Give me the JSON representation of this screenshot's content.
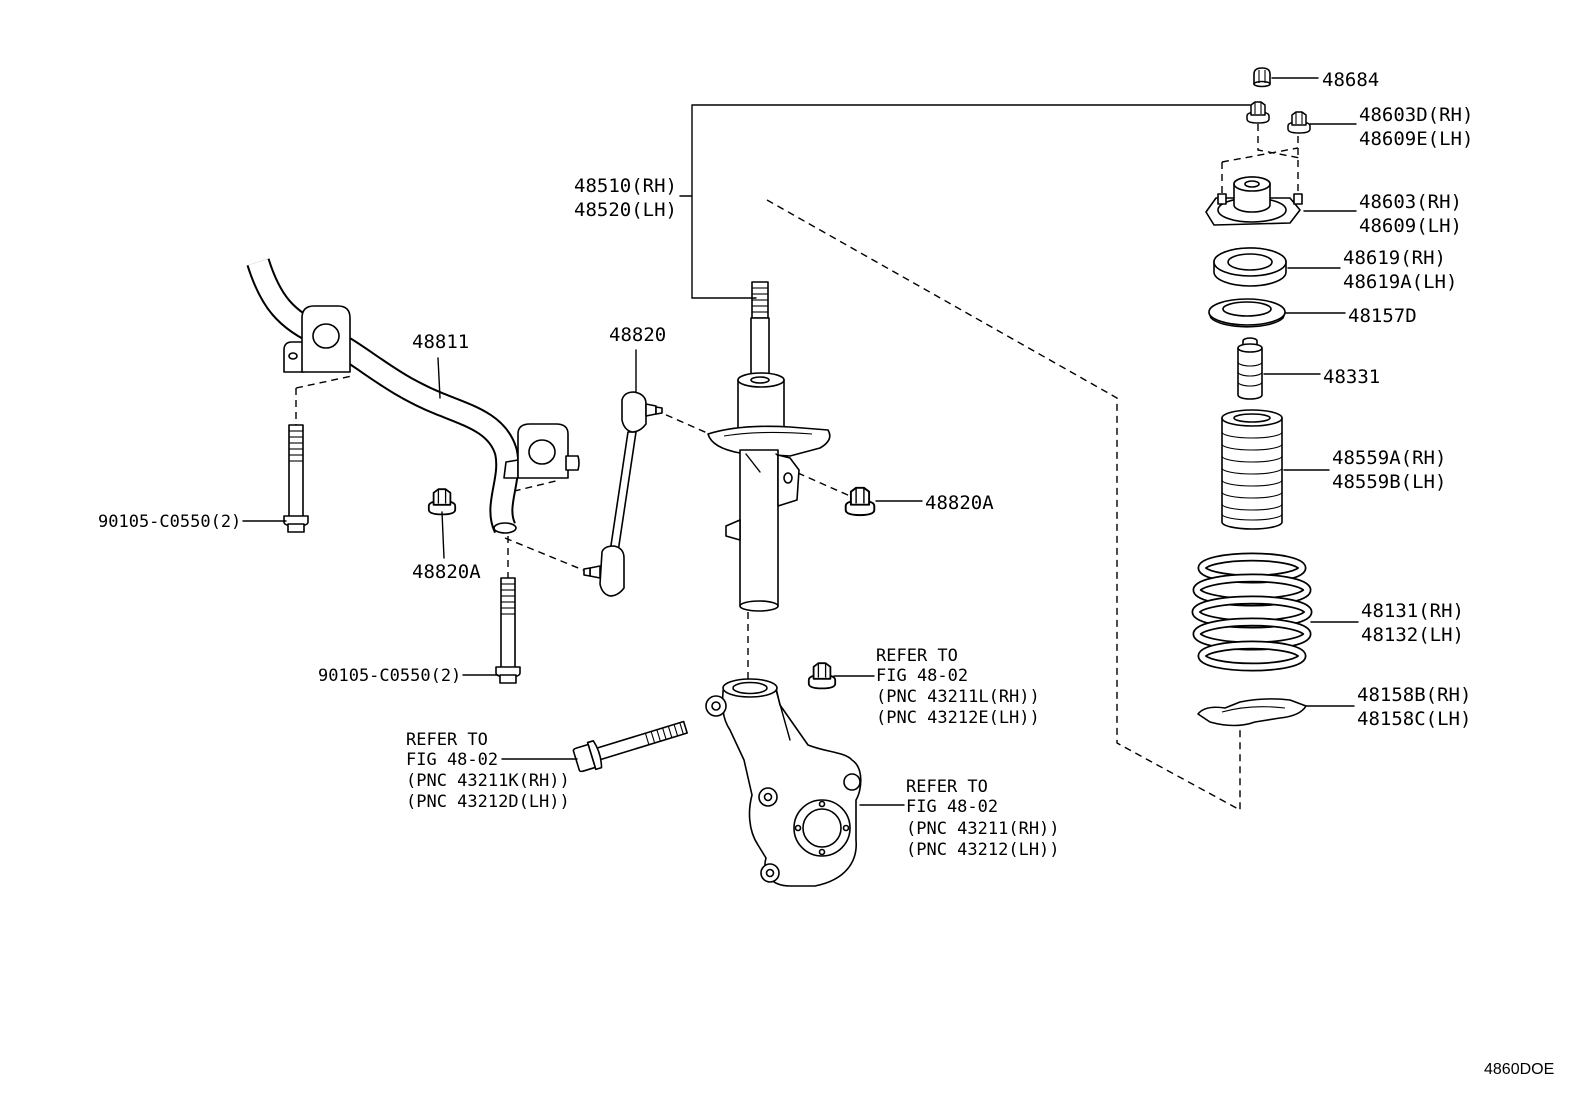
{
  "colors": {
    "ink": "#000000",
    "background": "#ffffff"
  },
  "diagram_code": "4860DOE",
  "callouts": {
    "cap_nut": [
      "48684"
    ],
    "upper_nut": [
      "48603D(RH)",
      "48609E(LH)"
    ],
    "support": [
      "48603(RH)",
      "48609(LH)"
    ],
    "bearing": [
      "48619(RH)",
      "48619A(LH)"
    ],
    "upper_seat": [
      "48157D"
    ],
    "bumper": [
      "48331"
    ],
    "boot": [
      "48559A(RH)",
      "48559B(LH)"
    ],
    "spring": [
      "48131(RH)",
      "48132(LH)"
    ],
    "lower_insulator": [
      "48158B(RH)",
      "48158C(LH)"
    ],
    "strut": [
      "48510(RH)",
      "48520(LH)"
    ],
    "stabilizer_bar": [
      "48811"
    ],
    "stabilizer_link": [
      "48820"
    ],
    "link_nut_right": [
      "48820A"
    ],
    "link_nut_left": [
      "48820A"
    ],
    "bolt_upper": [
      "90105-C0550(2)"
    ],
    "bolt_lower": [
      "90105-C0550(2)"
    ],
    "ref_nut": [
      "REFER TO",
      "FIG 48-02",
      "(PNC 43211L(RH))",
      "(PNC 43212E(LH))"
    ],
    "ref_bolt": [
      "REFER TO",
      "FIG 48-02",
      "(PNC 43211K(RH))",
      "(PNC 43212D(LH))"
    ],
    "ref_knuckle": [
      "REFER TO",
      "FIG 48-02",
      "(PNC 43211(RH))",
      "(PNC 43212(LH))"
    ]
  }
}
